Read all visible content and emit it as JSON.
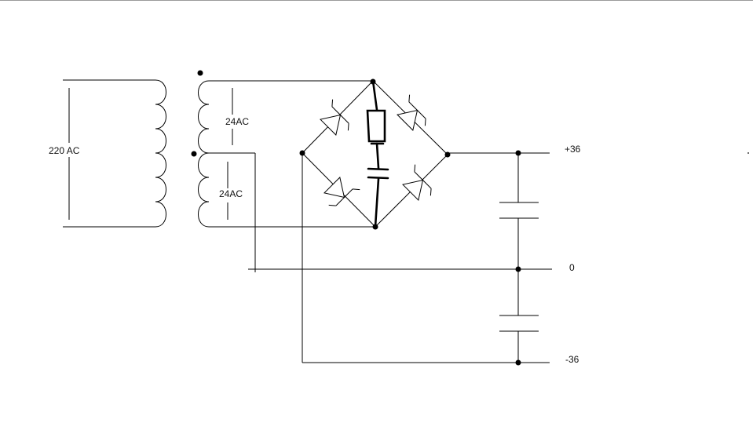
{
  "diagram": {
    "labels": {
      "primary_voltage": "220 AC",
      "secondary_upper": "24AC",
      "secondary_lower": "24AC",
      "positive_rail": "+36",
      "ground_rail": "0",
      "negative_rail": "-36"
    },
    "colors": {
      "wire": "#000000",
      "background": "#ffffff"
    }
  }
}
